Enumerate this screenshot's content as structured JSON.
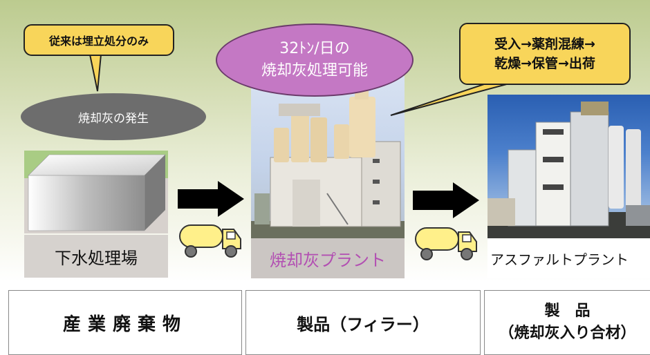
{
  "callouts": {
    "landfill_note": "従来は埋立処分のみ",
    "ash_generation": "焼却灰の発生",
    "capacity_line1": "32ﾄﾝ/日の",
    "capacity_line2": "焼却灰処理可能",
    "process_line1": "受入→薬剤混練→",
    "process_line2": "乾燥→保管→出荷"
  },
  "stages": [
    {
      "label": "下水処理場",
      "image": "box-icon"
    },
    {
      "label": "焼却灰プラント",
      "image": "incineration-ash-plant-photo"
    },
    {
      "label": "アスファルトプラント",
      "image": "asphalt-plant-photo"
    }
  ],
  "bottom": {
    "waste": "産業廃棄物",
    "filler": "製品（フィラー）",
    "product_line1": "製　品",
    "product_line2": "（焼却灰入り合材）"
  },
  "colors": {
    "callout_yellow": "#f8d55a",
    "oval_gray": "#6d6d6d",
    "oval_purple": "#c478c4",
    "ash_label": "#b24fb2"
  }
}
